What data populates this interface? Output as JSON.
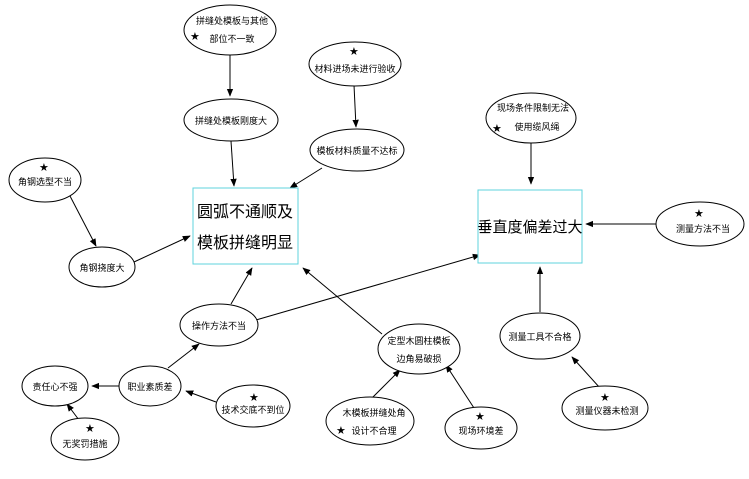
{
  "boxes": {
    "left": {
      "line1": "圆弧不通顺及",
      "line2": "模板拼缝明显"
    },
    "right": {
      "line1": "垂直度偏差过大"
    }
  },
  "nodes": {
    "n1": {
      "line1": "拼缝处模板与其他",
      "line2": "部位不一致",
      "star": true
    },
    "n2": {
      "line1": "拼缝处模板刚度大"
    },
    "n3": {
      "line1": "材料进场未进行验收",
      "star": true
    },
    "n4": {
      "line1": "模板材料质量不达标"
    },
    "n5": {
      "line1": "角钢选型不当",
      "star": true
    },
    "n6": {
      "line1": "角钢挠度大"
    },
    "n7": {
      "line1": "操作方法不当"
    },
    "n8": {
      "line1": "职业素质差"
    },
    "n9": {
      "line1": "责任心不强"
    },
    "n10": {
      "line1": "无奖罚措施",
      "star": true
    },
    "n11": {
      "line1": "技术交底不到位",
      "star": true
    },
    "n12": {
      "line1": "定型木圆柱模板",
      "line2": "边角易破损"
    },
    "n13": {
      "line1": "木模板拼缝处角",
      "line2": "设计不合理",
      "star": true
    },
    "n14": {
      "line1": "现场环境差",
      "star": true
    },
    "n15": {
      "line1": "现场条件限制无法",
      "line2": "使用缆风绳",
      "star": true
    },
    "n16": {
      "line1": "测量方法不当",
      "star": true
    },
    "n17": {
      "line1": "测量工具不合格"
    },
    "n18": {
      "line1": "测量仪器未检测",
      "star": true
    }
  },
  "colors": {
    "box_border": "#5fd3dc",
    "line": "#000000"
  }
}
